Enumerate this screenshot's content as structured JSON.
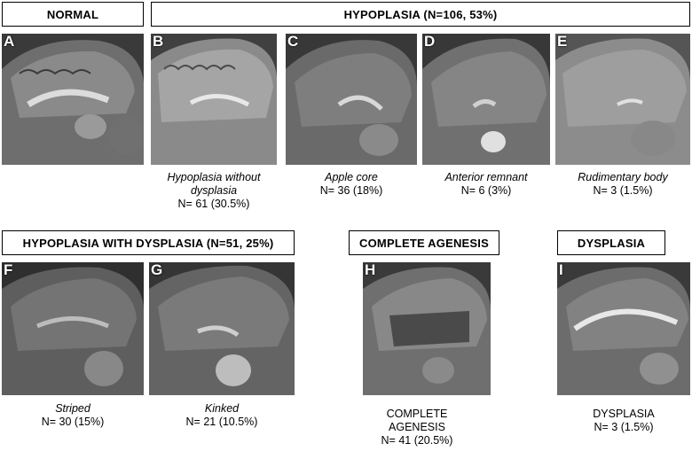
{
  "headers": {
    "normal": "NORMAL",
    "hypoplasia": "HYPOPLASIA (N=106, 53%)",
    "hypo_dysplasia": "HYPOPLASIA WITH DYSPLASIA (N=51, 25%)",
    "complete_agenesis": "COMPLETE AGENESIS",
    "dysplasia": "DYSPLASIA"
  },
  "panels": [
    {
      "letter": "A",
      "title": "",
      "count": ""
    },
    {
      "letter": "B",
      "title": "Hypoplasia without dysplasia",
      "count": "N= 61 (30.5%)"
    },
    {
      "letter": "C",
      "title": "Apple core",
      "count": "N= 36 (18%)"
    },
    {
      "letter": "D",
      "title": "Anterior remnant",
      "count": "N= 6 (3%)"
    },
    {
      "letter": "E",
      "title": "Rudimentary body",
      "count": "N= 3 (1.5%)"
    },
    {
      "letter": "F",
      "title": "Striped",
      "count": "N= 30 (15%)"
    },
    {
      "letter": "G",
      "title": "Kinked",
      "count": "N= 21 (10.5%)"
    },
    {
      "letter": "H",
      "title": "COMPLETE AGENESIS",
      "count": "N= 41 (20.5%)"
    },
    {
      "letter": "I",
      "title": "DYSPLASIA",
      "count": "N= 3 (1.5%)"
    }
  ],
  "image_content": "sagittal brain MRI",
  "colors": {
    "border": "#000000",
    "background": "#ffffff",
    "label": "#ffffff"
  }
}
